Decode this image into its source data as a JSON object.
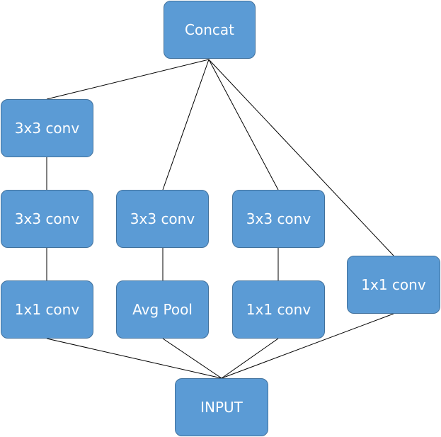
{
  "diagram": {
    "colors": {
      "node_fill": "#5b9bd5",
      "node_border": "#41719c",
      "node_text": "#ffffff",
      "edge": "#000000"
    },
    "nodes": {
      "concat": "Concat",
      "branch1_top": "3x3 conv",
      "branch1_mid": "3x3 conv",
      "branch1_bottom": "1x1 conv",
      "branch2_top": "3x3 conv",
      "branch2_bottom": "Avg Pool",
      "branch3_top": "3x3 conv",
      "branch3_bottom": "1x1 conv",
      "branch4": "1x1 conv",
      "input": "INPUT"
    }
  }
}
